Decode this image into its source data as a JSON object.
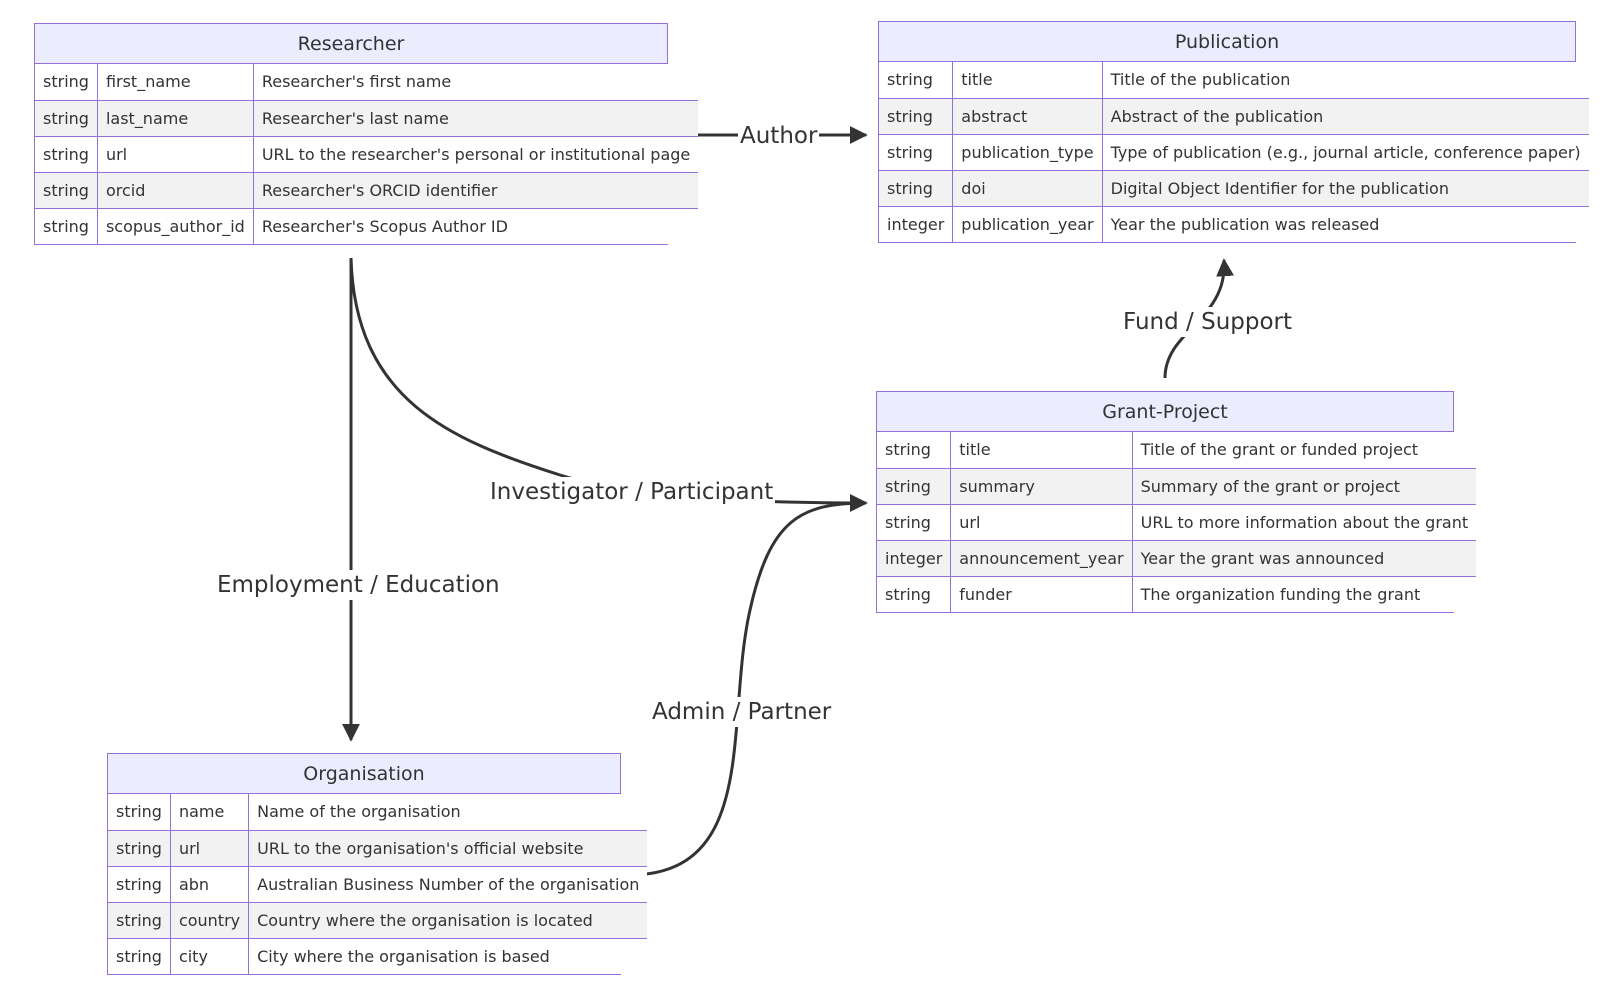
{
  "entities": {
    "researcher": {
      "title": "Researcher",
      "rows": [
        {
          "type": "string",
          "name": "first_name",
          "desc": "Researcher's first name"
        },
        {
          "type": "string",
          "name": "last_name",
          "desc": "Researcher's last name"
        },
        {
          "type": "string",
          "name": "url",
          "desc": "URL to the researcher's personal or institutional page"
        },
        {
          "type": "string",
          "name": "orcid",
          "desc": "Researcher's ORCID identifier"
        },
        {
          "type": "string",
          "name": "scopus_author_id",
          "desc": "Researcher's Scopus Author ID"
        }
      ]
    },
    "publication": {
      "title": "Publication",
      "rows": [
        {
          "type": "string",
          "name": "title",
          "desc": "Title of the publication"
        },
        {
          "type": "string",
          "name": "abstract",
          "desc": "Abstract of the publication"
        },
        {
          "type": "string",
          "name": "publication_type",
          "desc": "Type of publication (e.g., journal article, conference paper)"
        },
        {
          "type": "string",
          "name": "doi",
          "desc": "Digital Object Identifier for the publication"
        },
        {
          "type": "integer",
          "name": "publication_year",
          "desc": "Year the publication was released"
        }
      ]
    },
    "grant": {
      "title": "Grant-Project",
      "rows": [
        {
          "type": "string",
          "name": "title",
          "desc": "Title of the grant or funded project"
        },
        {
          "type": "string",
          "name": "summary",
          "desc": "Summary of the grant or project"
        },
        {
          "type": "string",
          "name": "url",
          "desc": "URL to more information about the grant"
        },
        {
          "type": "integer",
          "name": "announcement_year",
          "desc": "Year the grant was announced"
        },
        {
          "type": "string",
          "name": "funder",
          "desc": "The organization funding the grant"
        }
      ]
    },
    "organisation": {
      "title": "Organisation",
      "rows": [
        {
          "type": "string",
          "name": "name",
          "desc": "Name of the organisation"
        },
        {
          "type": "string",
          "name": "url",
          "desc": "URL to the organisation's official website"
        },
        {
          "type": "string",
          "name": "abn",
          "desc": "Australian Business Number of the organisation"
        },
        {
          "type": "string",
          "name": "country",
          "desc": "Country where the organisation is located"
        },
        {
          "type": "string",
          "name": "city",
          "desc": "City where the organisation is based"
        }
      ]
    }
  },
  "relationships": {
    "author": "Author",
    "fund_support": "Fund / Support",
    "investigator": "Investigator / Participant",
    "employment": "Employment / Education",
    "admin_partner": "Admin / Partner"
  },
  "colors": {
    "border": "#9370DB",
    "header_fill": "#ECECFF",
    "row_alt_fill": "#F2F2F2",
    "edge": "#333333"
  }
}
